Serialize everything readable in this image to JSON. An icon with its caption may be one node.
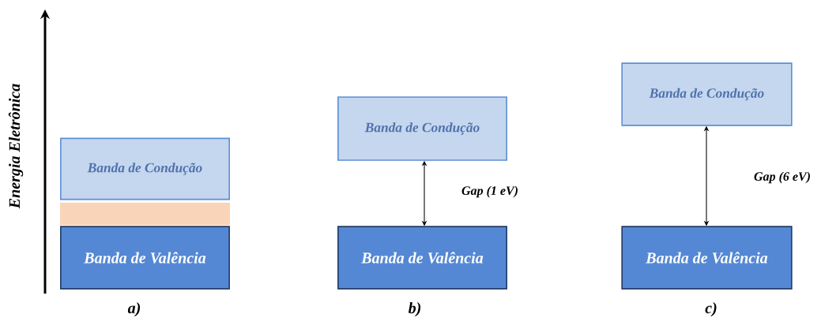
{
  "diagram": {
    "nodes": [
      {
        "text": [
          "Banda de Condução"
        ]
      },
      {
        "text": [],
        "shape": "bar"
      },
      {
        "text": [
          "Banda de Valência"
        ]
      },
      {
        "text": [
          "Banda de Condução"
        ]
      },
      {
        "text": [
          "Banda de Valência"
        ]
      },
      {
        "text": [
          "Banda de Condução"
        ]
      },
      {
        "text": [
          "Banda de Valência"
        ]
      }
    ],
    "edges": [
      {
        "from": 3,
        "to": 4,
        "arrow": "both",
        "label": "Gap (1 eV)"
      },
      {
        "from": 5,
        "to": 6,
        "arrow": "both",
        "label": "Gap (6 eV)"
      }
    ],
    "labels": [
      "Energia Eletrônica",
      "a)",
      "b)",
      "c)"
    ]
  }
}
